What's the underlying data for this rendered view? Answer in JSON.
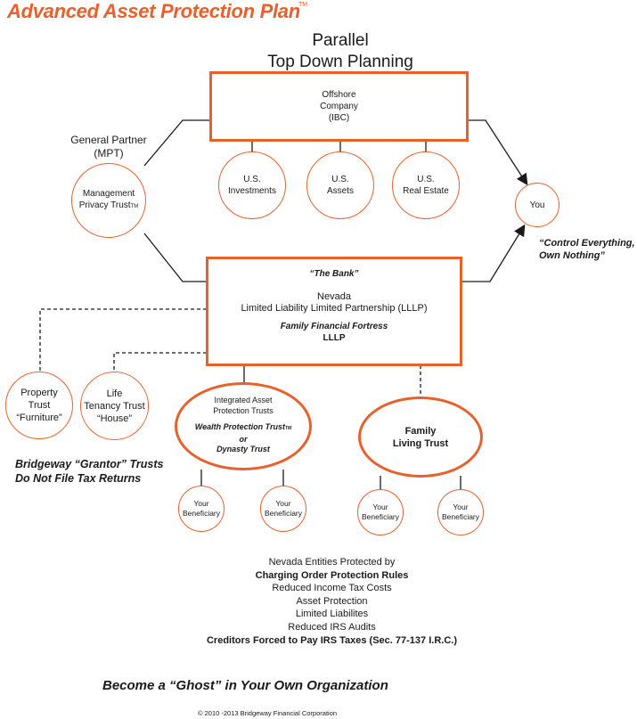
{
  "header": {
    "title": "Advanced Asset Protection Plan",
    "tm": "TM",
    "subtitle_line1": "Parallel",
    "subtitle_line2": "Top Down Planning"
  },
  "offshore": {
    "line1": "Offshore",
    "line2": "Company",
    "line3": "(IBC)"
  },
  "us_assets": [
    {
      "line1": "U.S.",
      "line2": "Investments"
    },
    {
      "line1": "U.S.",
      "line2": "Assets"
    },
    {
      "line1": "U.S.",
      "line2": "Real Estate"
    }
  ],
  "general_partner": {
    "line1": "General Partner",
    "line2": "(MPT)"
  },
  "mpt": {
    "line1": "Management",
    "line2": "Privacy Trust",
    "tm": "TM"
  },
  "you": {
    "label": "You"
  },
  "control": {
    "line1": "“Control Everything,",
    "line2": "Own Nothing”"
  },
  "bank": {
    "quote": "“The Bank”",
    "line1": "Nevada",
    "line2": "Limited Liability Limited Partnership (LLLP)",
    "line3": "Family Financial Fortress",
    "line4": "LLLP"
  },
  "property_trust": {
    "line1": "Property",
    "line2": "Trust",
    "line3": "“Furniture”"
  },
  "life_trust": {
    "line1": "Life",
    "line2": "Tenancy Trust",
    "line3": "“House”"
  },
  "iapt": {
    "line1": "Integrated Asset",
    "line2": "Protection Trusts",
    "line3": "Wealth Protection Trust",
    "tm": "TM",
    "line4": "or",
    "line5": "Dynasty Trust"
  },
  "family_trust": {
    "line1": "Family",
    "line2": "Living Trust"
  },
  "beneficiaries": [
    {
      "line1": "Your",
      "line2": "Beneficiary"
    },
    {
      "line1": "Your",
      "line2": "Beneficiary"
    },
    {
      "line1": "Your",
      "line2": "Beneficiary"
    },
    {
      "line1": "Your",
      "line2": "Beneficiary"
    }
  ],
  "grantor_note": {
    "line1": "Bridgeway “Grantor” Trusts",
    "line2": "Do Not File Tax Returns"
  },
  "benefits": [
    "Nevada Entities Protected by",
    "Charging Order Protection Rules",
    "Reduced Income Tax Costs",
    "Asset Protection",
    "Limited Liabilites",
    "Reduced IRS Audits",
    "Creditors Forced to Pay IRS Taxes (Sec. 77-137 I.R.C.)"
  ],
  "ghost": "Become a “Ghost” in Your Own Organization",
  "copyright": "© 2010 -2013 Bridgeway Financial Corporation",
  "colors": {
    "accent": "#e8612c",
    "text": "#1a1a1a",
    "line": "#1a1a1a"
  }
}
